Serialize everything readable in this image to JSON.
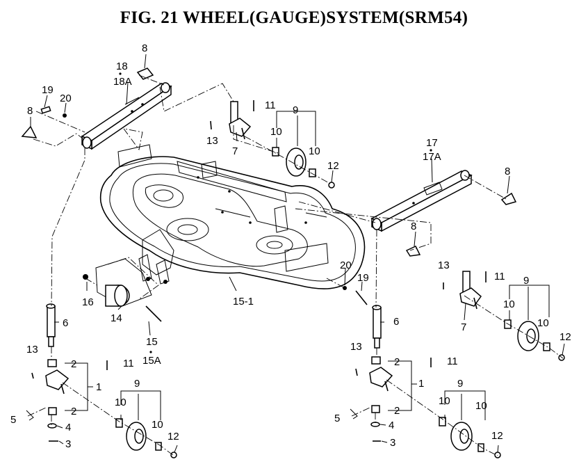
{
  "title": "FIG. 21  WHEEL(GAUGE)SYSTEM(SRM54)",
  "labels": {
    "n1_left": "1",
    "n1_right": "1",
    "n2_left_top": "2",
    "n2_left_bot": "2",
    "n2_right_top": "2",
    "n2_right_bot": "2",
    "n3_left": "3",
    "n3_right": "3",
    "n4_left": "4",
    "n4_right": "4",
    "n5_left": "5",
    "n5_right": "5",
    "n6_left": "6",
    "n6_right": "6",
    "n7_top": "7",
    "n7_right": "7",
    "n8_top": "8",
    "n8_left": "8",
    "n8_right": "8",
    "n8_mid": "8",
    "n9_top": "9",
    "n9_right": "9",
    "n9_bl": "9",
    "n9_br": "9",
    "n10_top_a": "10",
    "n10_top_b": "10",
    "n10_right_a": "10",
    "n10_right_b": "10",
    "n10_bl_a": "10",
    "n10_bl_b": "10",
    "n10_br_a": "10",
    "n10_br_b": "10",
    "n11_top": "11",
    "n11_right": "11",
    "n11_bl": "11",
    "n11_br": "11",
    "n12_top": "12",
    "n12_right": "12",
    "n12_bl": "12",
    "n12_br": "12",
    "n13_top": "13",
    "n13_right": "13",
    "n13_bl": "13",
    "n13_br": "13",
    "n14": "14",
    "n15": "15",
    "n15a": "15A",
    "n15_1": "15-1",
    "n16": "16",
    "n17": "17",
    "n17a": "17A",
    "n18": "18",
    "n18a": "18A",
    "n19_left": "19",
    "n19_right": "19",
    "n20_left": "20",
    "n20_right": "20"
  }
}
